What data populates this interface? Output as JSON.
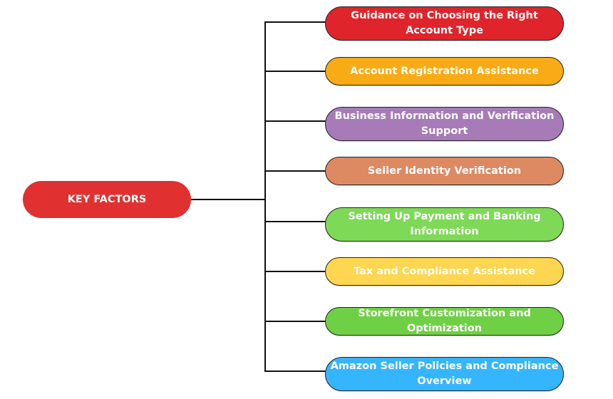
{
  "root": {
    "label": "KEY FACTORS",
    "color": "#e03030"
  },
  "items": [
    {
      "label": "Guidance on Choosing the Right Account Type",
      "color": "#e0242b"
    },
    {
      "label": "Account Registration Assistance",
      "color": "#f9ab16"
    },
    {
      "label": "Business Information and Verification Support",
      "color": "#a77bb8"
    },
    {
      "label": "Seller Identity Verification",
      "color": "#dd8a63"
    },
    {
      "label": "Setting Up Payment and Banking Information",
      "color": "#7ed957"
    },
    {
      "label": "Tax and Compliance Assistance",
      "color": "#ffd64f"
    },
    {
      "label": "Storefront Customization and Optimization",
      "color": "#6fd046"
    },
    {
      "label": "Amazon Seller Policies and Compliance Overview",
      "color": "#36b5ff"
    }
  ]
}
